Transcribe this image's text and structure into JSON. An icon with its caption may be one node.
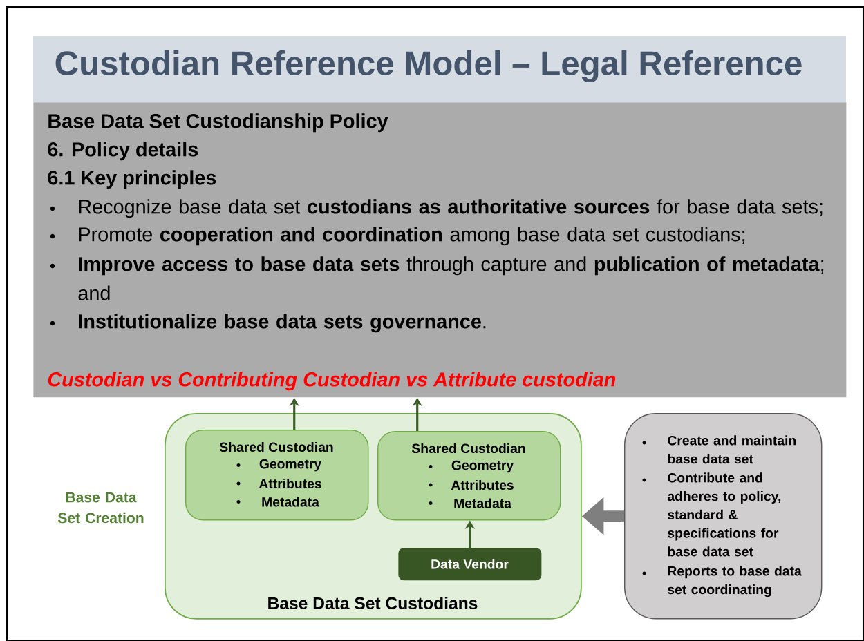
{
  "diagram": {
    "title": "Custodian Reference Model – Legal Reference",
    "nodes": [
      {
        "text": [
          "Base Data Set Custodianship Policy",
          "6. Policy details",
          "6.1 Key principles",
          "Recognize base data set **custodians as authoritative sources** for base data sets;",
          "Promote **cooperation and coordination** among base data set custodians;",
          "**Improve access to base data sets** through capture and **publication of metadata**; and",
          "**Institutionalize base data sets governance**.",
          "Custodian vs Contributing Custodian vs Attribute custodian"
        ]
      },
      {
        "text": [
          "Base Data Set Custodians"
        ]
      },
      {
        "text": [
          "Shared Custodian",
          "Geometry",
          "Attributes",
          "Metadata"
        ],
        "in": 1
      },
      {
        "text": [
          "Shared Custodian",
          "Geometry",
          "Attributes",
          "Metadata"
        ],
        "in": 1
      },
      {
        "text": [
          "Data Vendor"
        ],
        "in": 1
      },
      {
        "text": [
          "Create and maintain base data set",
          "Contribute and adheres to policy, standard & specifications for base data set",
          "Reports to base data set coordinating"
        ]
      }
    ],
    "edges": [
      {
        "from": 2,
        "to": 0,
        "arrow": "to"
      },
      {
        "from": 3,
        "to": 0,
        "arrow": "to"
      },
      {
        "from": 4,
        "to": 3,
        "arrow": "to"
      },
      {
        "from": 5,
        "to": 1,
        "arrow": "to",
        "style": "thick",
        "color": "#7f7f7f"
      }
    ],
    "labels": [
      "Base Data Set Creation"
    ]
  }
}
